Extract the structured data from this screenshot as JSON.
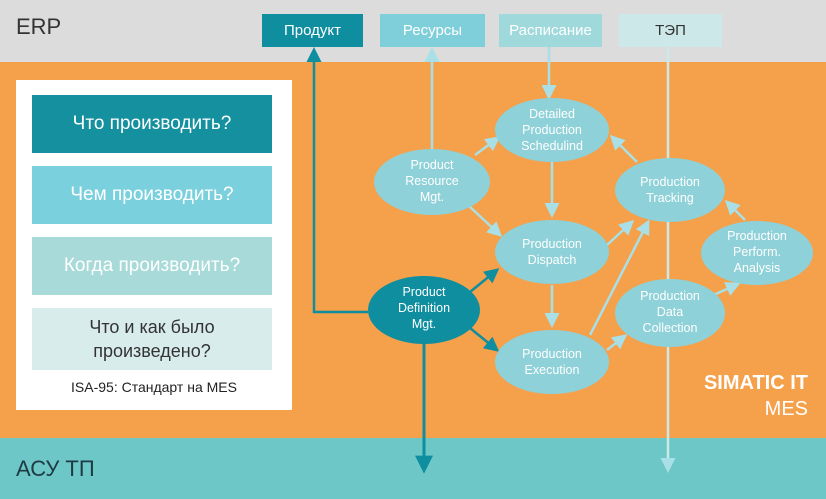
{
  "erp": {
    "title": "ERP",
    "boxes": [
      "Продукт",
      "Ресурсы",
      "Расписание",
      "ТЭП"
    ]
  },
  "acs": {
    "title": "АСУ ТП"
  },
  "left_panel": {
    "questions": [
      "Что производить?",
      "Чем производить?",
      "Когда  производить?",
      "Что и как было\nпроизведено?"
    ],
    "caption": "ISA-95: Стандарт на MES"
  },
  "nodes": {
    "detailed_scheduling": [
      "Detailed",
      "Production",
      "Schedulind"
    ],
    "product_resource": [
      "Product",
      "Resource",
      "Mgt."
    ],
    "production_dispatch": [
      "Production",
      "Dispatch"
    ],
    "product_definition": [
      "Product",
      "Definition",
      "Mgt."
    ],
    "production_execution": [
      "Production",
      "Execution"
    ],
    "production_tracking": [
      "Production",
      "Tracking"
    ],
    "performance_analysis": [
      "Production",
      "Perform.",
      "Analysis"
    ],
    "data_collection": [
      "Production",
      "Data",
      "Collection"
    ]
  },
  "mes": {
    "title": "SIMATIC IT",
    "subtitle": "MES"
  },
  "colors": {
    "orange": "#f5a04a",
    "teal_dark": "#0f8ea0",
    "teal_light": "#7fcfdb",
    "node_fill": "#8ed1d8"
  }
}
